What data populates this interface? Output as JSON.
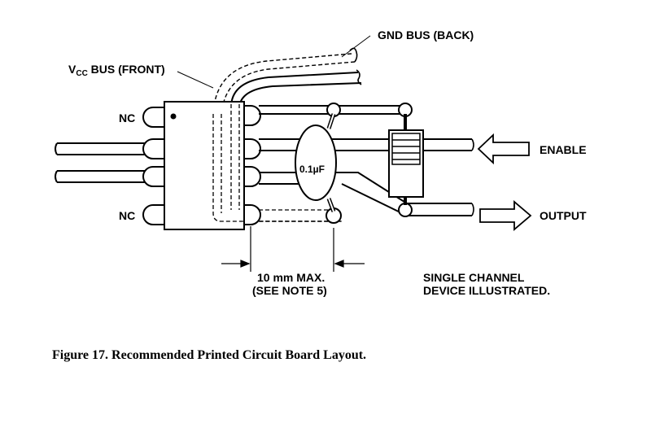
{
  "diagram": {
    "labels": {
      "gnd_bus": "GND BUS (BACK)",
      "vcc_prefix": "V",
      "vcc_sub": "CC",
      "vcc_suffix": " BUS (FRONT)",
      "nc_top": "NC",
      "nc_bottom": "NC",
      "capacitor": "0.1µF",
      "enable": "ENABLE",
      "output": "OUTPUT",
      "dimension_line1": "10 mm MAX.",
      "dimension_line2": "(SEE NOTE 5)",
      "note_line1": "SINGLE CHANNEL",
      "note_line2": "DEVICE ILLUSTRATED."
    },
    "caption": "Figure 17. Recommended Printed Circuit Board Layout."
  }
}
